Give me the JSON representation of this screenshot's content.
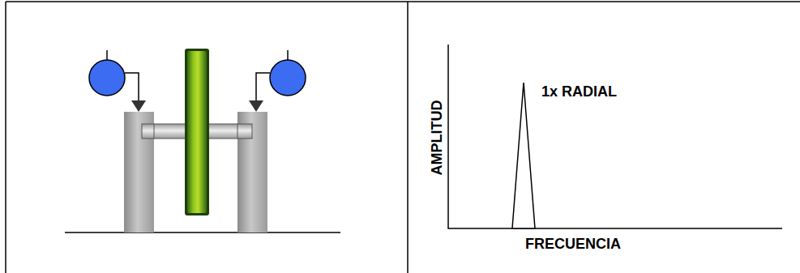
{
  "diagram": {
    "labels": [
      "1x RADIAL",
      "AMPLITUD",
      "FRECUENCIA"
    ]
  }
}
